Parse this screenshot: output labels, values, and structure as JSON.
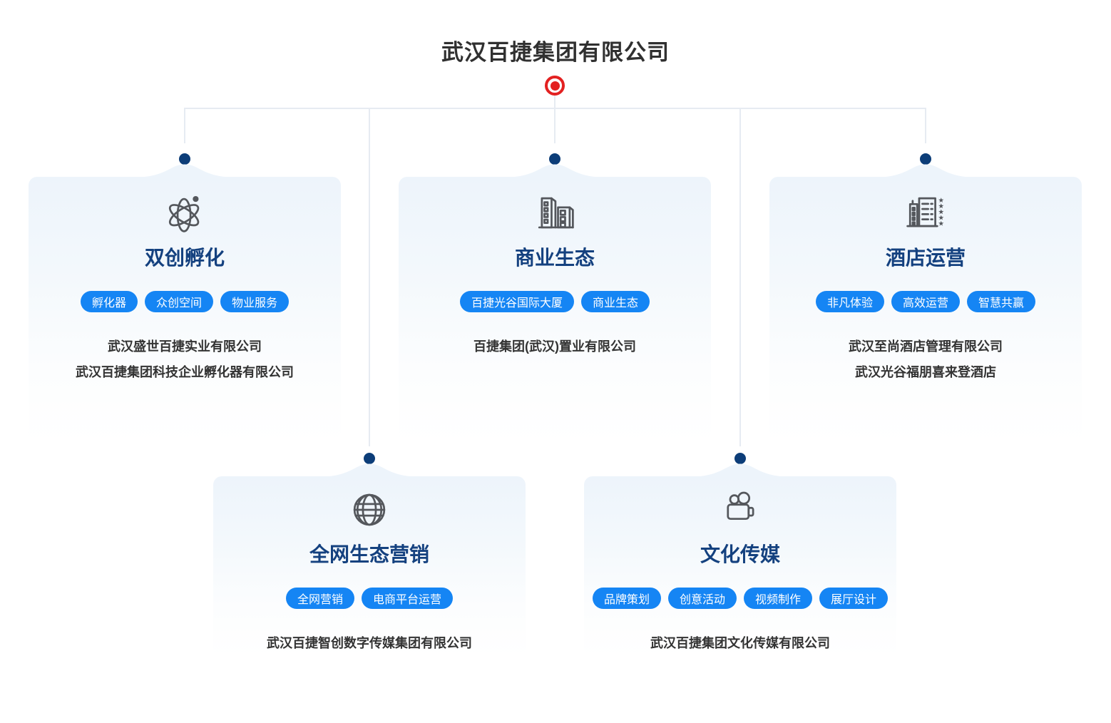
{
  "page": {
    "title": "武汉百捷集团有限公司"
  },
  "colors": {
    "root_node_red": "#e32121",
    "connector_line": "#e6ebf2",
    "branch_dot_navy": "#0c3d78",
    "card_heading_blue": "#14417f",
    "tag_pill_blue": "#1585f4",
    "body_text": "#333333",
    "icon_gray": "#54575c",
    "card_top_tint": "#edf4fb"
  },
  "cards": [
    {
      "icon": "atom-icon",
      "title": "双创孵化",
      "tags": [
        "孵化器",
        "众创空间",
        "物业服务"
      ],
      "companies": [
        "武汉盛世百捷实业有限公司",
        "武汉百捷集团科技企业孵化器有限公司"
      ]
    },
    {
      "icon": "buildings-icon",
      "title": "商业生态",
      "tags": [
        "百捷光谷国际大厦",
        "商业生态"
      ],
      "companies": [
        "百捷集团(武汉)置业有限公司"
      ]
    },
    {
      "icon": "hotel-icon",
      "title": "酒店运营",
      "tags": [
        "非凡体验",
        "高效运营",
        "智慧共赢"
      ],
      "companies": [
        "武汉至尚酒店管理有限公司",
        "武汉光谷福朋喜来登酒店"
      ]
    },
    {
      "icon": "globe-icon",
      "title": "全网生态营销",
      "tags": [
        "全网营销",
        "电商平台运营"
      ],
      "companies": [
        "武汉百捷智创数字传媒集团有限公司"
      ]
    },
    {
      "icon": "video-camera-icon",
      "title": "文化传媒",
      "tags": [
        "品牌策划",
        "创意活动",
        "视频制作",
        "展厅设计"
      ],
      "companies": [
        "武汉百捷集团文化传媒有限公司"
      ]
    }
  ]
}
